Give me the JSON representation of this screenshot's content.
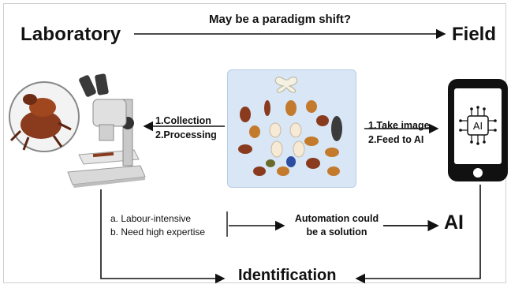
{
  "header": {
    "question": "May be a paradigm shift?",
    "left_label": "Laboratory",
    "right_label": "Field"
  },
  "lab_steps": {
    "step1": "1.Collection",
    "step2": "2.Processing"
  },
  "field_steps": {
    "step1": "1.Take image",
    "step2": "2.Feed to AI"
  },
  "problems": {
    "a": "a. Labour-intensive",
    "b": "b. Need high expertise"
  },
  "solution": {
    "line1": "Automation could",
    "line2": "be a solution",
    "target": "AI"
  },
  "phone": {
    "screen_text": "AI"
  },
  "bottom": {
    "label": "Identification"
  },
  "colors": {
    "panel": "#d8e6f6",
    "beetle": "#8a3b1e",
    "phone_body": "#111111"
  }
}
